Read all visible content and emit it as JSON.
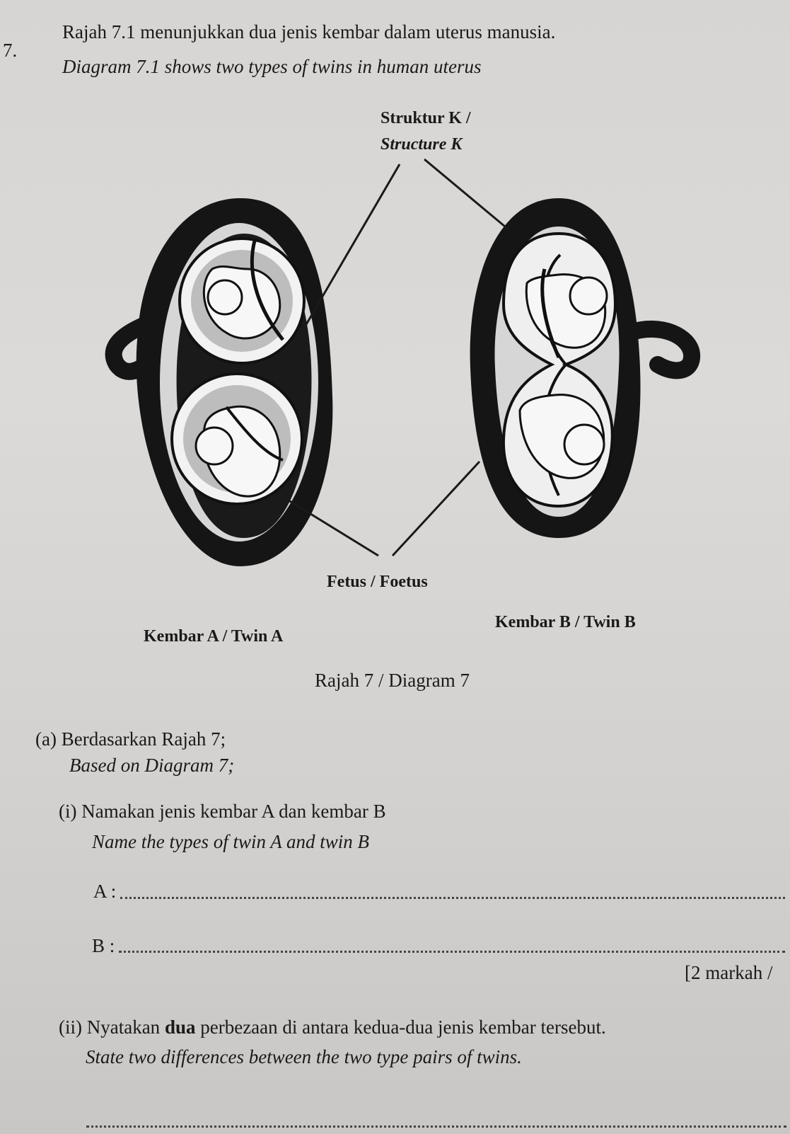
{
  "question": {
    "number": "7.",
    "intro_ms": "Rajah 7.1 menunjukkan dua jenis kembar dalam uterus manusia.",
    "intro_en": "Diagram 7.1 shows two types of twins in human uterus"
  },
  "diagram": {
    "structure_label_ms": "Struktur K /",
    "structure_label_en": "Structure K",
    "fetus_label": "Fetus / Foetus",
    "twin_a_label": "Kembar A / Twin A",
    "twin_b_label": "Kembar B / Twin B",
    "caption": "Rajah 7 / Diagram 7"
  },
  "part_a": {
    "label_ms": "(a) Berdasarkan Rajah 7;",
    "label_en": "Based on Diagram 7;",
    "sub_i": {
      "text_ms": "(i) Namakan jenis kembar A dan kembar B",
      "text_en": "Name the types of twin A and twin B",
      "answer_a_label": "A :",
      "answer_b_label": "B :",
      "marks": "[2 markah /"
    },
    "sub_ii": {
      "text_ms": "(ii) Nyatakan dua perbezaan di antara kedua-dua jenis kembar tersebut.",
      "text_en": "State two differences between the two type pairs of twins."
    }
  }
}
